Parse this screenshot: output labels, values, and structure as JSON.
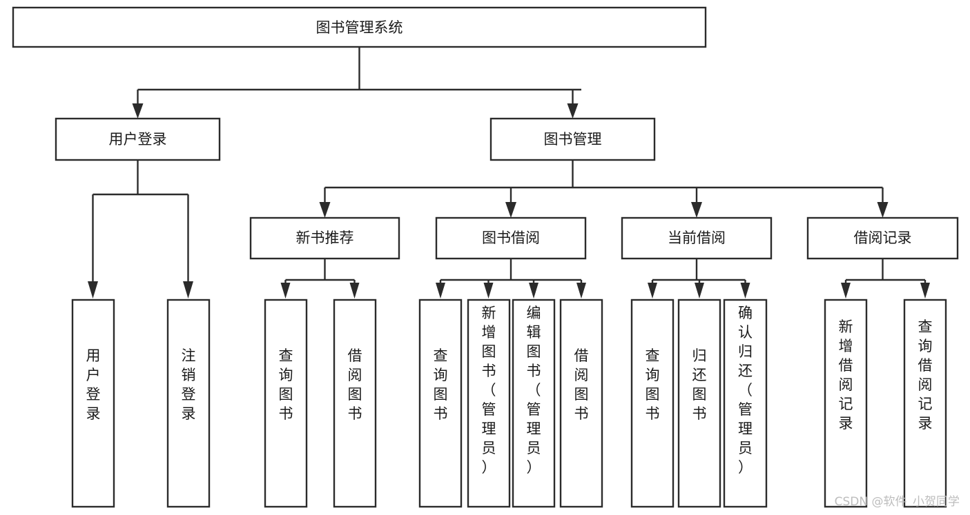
{
  "diagram": {
    "title": "图书管理系统",
    "type": "tree-hierarchy",
    "root": {
      "id": "root",
      "label": "图书管理系统"
    },
    "level2": [
      {
        "id": "user-login",
        "label": "用户登录"
      },
      {
        "id": "book-manage",
        "label": "图书管理"
      }
    ],
    "level3": [
      {
        "id": "new-book-rec",
        "label": "新书推荐",
        "parent": "book-manage"
      },
      {
        "id": "book-borrow",
        "label": "图书借阅",
        "parent": "book-manage"
      },
      {
        "id": "current-borrow",
        "label": "当前借阅",
        "parent": "book-manage"
      },
      {
        "id": "borrow-record",
        "label": "借阅记录",
        "parent": "book-manage"
      }
    ],
    "leaves": {
      "user_login": [
        {
          "id": "leaf-user-login",
          "label": "用户登录"
        },
        {
          "id": "leaf-user-logout",
          "label": "注销登录"
        }
      ],
      "new_book_rec": [
        {
          "id": "leaf-query-book-1",
          "label": "查询图书"
        },
        {
          "id": "leaf-borrow-book-1",
          "label": "借阅图书"
        }
      ],
      "book_borrow": [
        {
          "id": "leaf-query-book-2",
          "label": "查询图书"
        },
        {
          "id": "leaf-add-book",
          "label": "新增图书（管理员）"
        },
        {
          "id": "leaf-edit-book",
          "label": "编辑图书（管理员）"
        },
        {
          "id": "leaf-borrow-book-2",
          "label": "借阅图书"
        }
      ],
      "current_borrow": [
        {
          "id": "leaf-query-book-3",
          "label": "查询图书"
        },
        {
          "id": "leaf-return-book",
          "label": "归还图书"
        },
        {
          "id": "leaf-confirm-return",
          "label": "确认归还（管理员）"
        }
      ],
      "borrow_record": [
        {
          "id": "leaf-add-record",
          "label": "新增借阅记录"
        },
        {
          "id": "leaf-query-record",
          "label": "查询借阅记录"
        }
      ]
    }
  },
  "watermark": {
    "text": "CSDN @软件_小贺同学"
  },
  "colors": {
    "box_stroke": "#2b2b2b",
    "box_fill": "#ffffff",
    "text": "#1a1a1a",
    "watermark": "#bdbdbd",
    "background": "#ffffff"
  }
}
